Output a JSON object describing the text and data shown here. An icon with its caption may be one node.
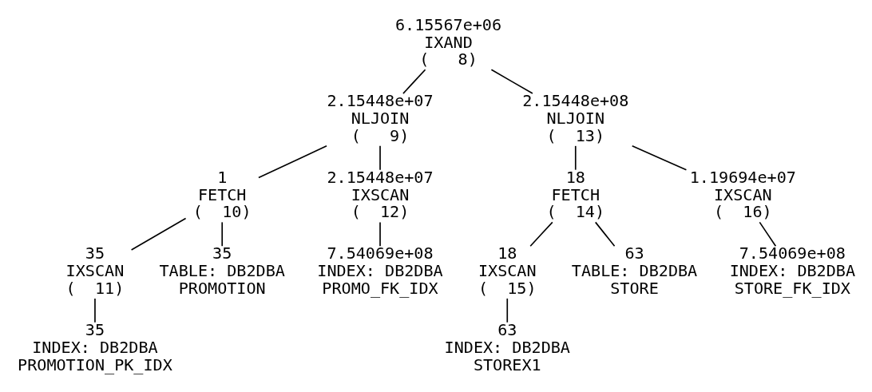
{
  "diagram": {
    "nodes": [
      {
        "text": [
          "6.15567e+06",
          "IXAND",
          "(   8)"
        ]
      },
      {
        "text": [
          "2.15448e+07",
          "NLJOIN",
          "(   9)"
        ]
      },
      {
        "text": [
          "2.15448e+08",
          "NLJOIN",
          "(  13)"
        ]
      },
      {
        "text": [
          "1",
          "FETCH",
          "(  10)"
        ]
      },
      {
        "text": [
          "2.15448e+07",
          "IXSCAN",
          "(  12)"
        ]
      },
      {
        "text": [
          "18",
          "FETCH",
          "(  14)"
        ]
      },
      {
        "text": [
          "1.19694e+07",
          "IXSCAN",
          "(  16)"
        ]
      },
      {
        "text": [
          "35",
          "IXSCAN",
          "(  11)"
        ]
      },
      {
        "text": [
          "35",
          "TABLE: DB2DBA",
          "PROMOTION"
        ]
      },
      {
        "text": [
          "7.54069e+08",
          "INDEX: DB2DBA",
          "PROMO_FK_IDX"
        ]
      },
      {
        "text": [
          "18",
          "IXSCAN",
          "(  15)"
        ]
      },
      {
        "text": [
          "63",
          "TABLE: DB2DBA",
          "STORE"
        ]
      },
      {
        "text": [
          "7.54069e+08",
          "INDEX: DB2DBA",
          "STORE_FK_IDX"
        ]
      },
      {
        "text": [
          "35",
          "INDEX: DB2DBA",
          "PROMOTION_PK_IDX"
        ]
      },
      {
        "text": [
          "63",
          "INDEX: DB2DBA",
          "STOREX1"
        ]
      }
    ],
    "edges": [
      {
        "from": 0,
        "to": 1,
        "arrow": "none"
      },
      {
        "from": 0,
        "to": 2,
        "arrow": "none"
      },
      {
        "from": 1,
        "to": 3,
        "arrow": "none"
      },
      {
        "from": 1,
        "to": 4,
        "arrow": "none"
      },
      {
        "from": 2,
        "to": 5,
        "arrow": "none"
      },
      {
        "from": 2,
        "to": 6,
        "arrow": "none"
      },
      {
        "from": 3,
        "to": 7,
        "arrow": "none"
      },
      {
        "from": 3,
        "to": 8,
        "arrow": "none"
      },
      {
        "from": 4,
        "to": 9,
        "arrow": "none"
      },
      {
        "from": 5,
        "to": 10,
        "arrow": "none"
      },
      {
        "from": 5,
        "to": 11,
        "arrow": "none"
      },
      {
        "from": 6,
        "to": 12,
        "arrow": "none"
      },
      {
        "from": 7,
        "to": 13,
        "arrow": "none"
      },
      {
        "from": 10,
        "to": 14,
        "arrow": "none"
      }
    ]
  }
}
